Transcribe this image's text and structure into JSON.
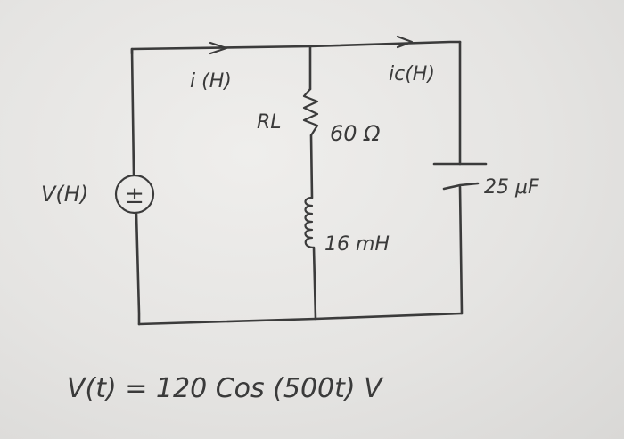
{
  "circuit": {
    "source": {
      "label": "V(H)",
      "symbol": "±"
    },
    "current_total": "i (H)",
    "current_capacitor": "ic(H)",
    "resistor": {
      "name": "RL",
      "value": "60 Ω"
    },
    "inductor": {
      "value": "16 mH"
    },
    "capacitor": {
      "value": "25 μF"
    },
    "equation": "V(t) = 120 Cos (500t) V"
  }
}
